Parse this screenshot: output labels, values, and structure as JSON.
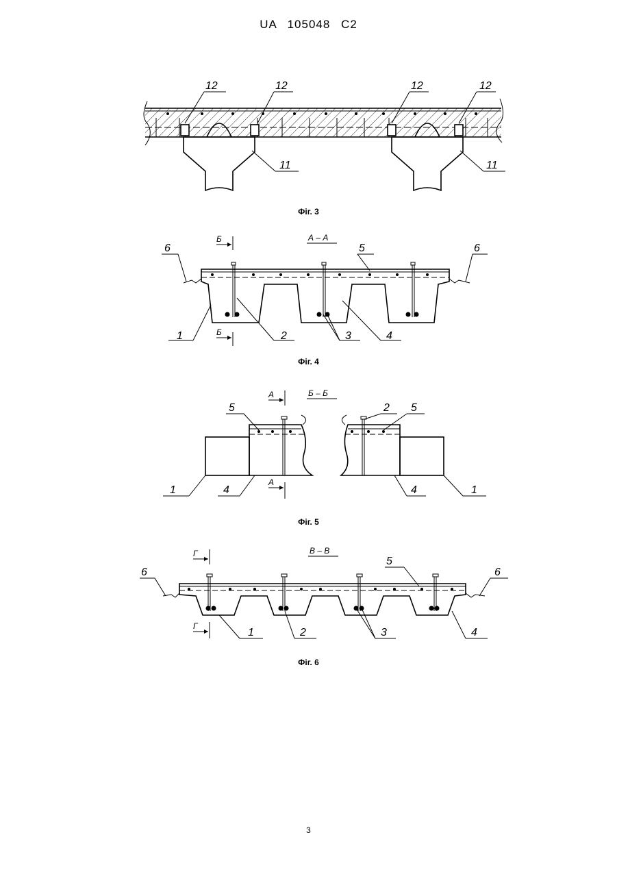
{
  "header": {
    "patent": "UA   105048   C2"
  },
  "page_number": "3",
  "figures": [
    {
      "caption": "Фіг. 3",
      "labels": [
        "12",
        "12",
        "12",
        "12",
        "11",
        "11"
      ]
    },
    {
      "caption": "Фіг. 4",
      "section": "А – А",
      "cut": [
        "Б",
        "Б"
      ],
      "labels": [
        "6",
        "5",
        "6",
        "1",
        "2",
        "3",
        "4"
      ]
    },
    {
      "caption": "Фіг. 5",
      "section": "Б – Б",
      "cut": [
        "А",
        "А"
      ],
      "labels": [
        "5",
        "2",
        "5",
        "1",
        "4",
        "4",
        "1"
      ]
    },
    {
      "caption": "Фіг. 6",
      "section": "В – В",
      "cut": [
        "Г",
        "Г"
      ],
      "labels": [
        "6",
        "5",
        "6",
        "1",
        "2",
        "3",
        "4"
      ]
    }
  ]
}
